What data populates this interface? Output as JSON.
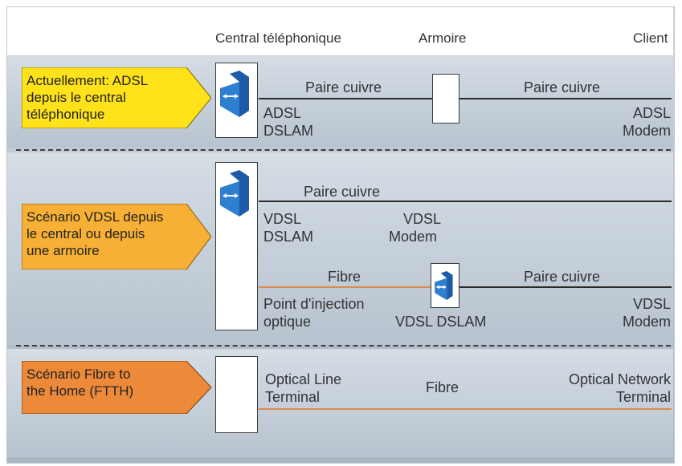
{
  "columns": {
    "central": "Central téléphonique",
    "armoire": "Armoire",
    "client": "Client"
  },
  "scenarios": [
    {
      "label": [
        "Actuellement: ADSL",
        "depuis le central",
        "téléphonique"
      ],
      "color": "#ffe21a",
      "links": [
        {
          "label": "Paire cuivre"
        },
        {
          "label": "Paire cuivre"
        }
      ],
      "central_device": [
        "ADSL",
        "DSLAM"
      ],
      "client_device": [
        "ADSL",
        "Modem"
      ]
    },
    {
      "label": [
        "Scénario VDSL depuis",
        "le central ou depuis",
        "une armoire"
      ],
      "color": "#f7b035",
      "links": [
        {
          "label": "Paire cuivre"
        },
        {
          "label": "Fibre"
        },
        {
          "label": "Paire cuivre"
        }
      ],
      "central_device": [
        "VDSL",
        "DSLAM"
      ],
      "modem": [
        "VDSL",
        "Modem"
      ],
      "injection": [
        "Point d'injection",
        "optique"
      ],
      "cabinet_device": "VDSL DSLAM",
      "client_device": [
        "VDSL",
        "Modem"
      ]
    },
    {
      "label": [
        "Scénario Fibre to",
        "the Home (FTTH)"
      ],
      "color": "#ec8a3a",
      "links": [
        {
          "label": "Fibre"
        }
      ],
      "central_device": [
        "Optical Line",
        "Terminal"
      ],
      "client_device": [
        "Optical Network",
        "Terminal"
      ]
    }
  ]
}
